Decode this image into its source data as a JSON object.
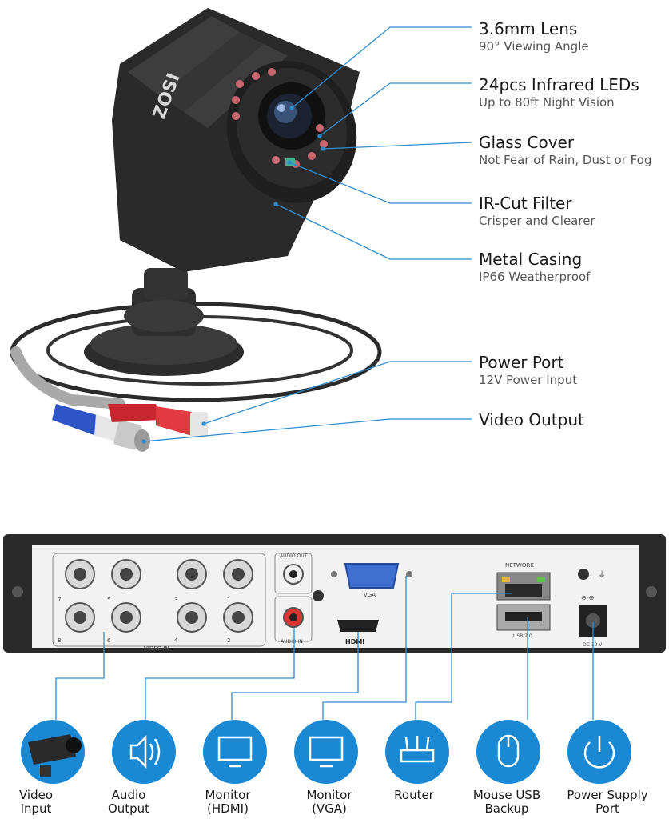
{
  "features": [
    {
      "title": "3.6mm Lens",
      "subtitle": "90° Viewing Angle"
    },
    {
      "title": "24pcs Infrared LEDs",
      "subtitle": "Up to 80ft Night Vision"
    },
    {
      "title": "Glass Cover",
      "subtitle": "Not Fear of Rain, Dust or Fog"
    },
    {
      "title": "IR-Cut Filter",
      "subtitle": "Crisper and Clearer"
    },
    {
      "title": "Metal Casing",
      "subtitle": "IP66 Weatherproof"
    },
    {
      "title": "Power Port",
      "subtitle": "12V Power Input"
    },
    {
      "title": "Video Output",
      "subtitle": ""
    }
  ],
  "camera": {
    "brand": "ZOSI"
  },
  "dvr": {
    "network_label": "NETWORK",
    "usb_label": "USB 2.0",
    "dc_label": "DC 12 V",
    "vga_label": "VGA",
    "hdmi_label": "HDMI",
    "audio_out_label": "AUDIO OUT",
    "audio_in_label": "AUDIO IN",
    "video_in_label": "VIDEO IN",
    "port_numbers_top": [
      "7",
      "5",
      "3",
      "1"
    ],
    "port_numbers_bottom": [
      "8",
      "6",
      "4",
      "2"
    ]
  },
  "connections": [
    {
      "label_line1": "Video",
      "label_line2": "Input",
      "icon": "camera-icon"
    },
    {
      "label_line1": "Audio",
      "label_line2": "Output",
      "icon": "speaker-icon"
    },
    {
      "label_line1": "Monitor",
      "label_line2": "(HDMI)",
      "icon": "monitor-icon"
    },
    {
      "label_line1": "Monitor",
      "label_line2": "(VGA)",
      "icon": "monitor-icon"
    },
    {
      "label_line1": "Router",
      "label_line2": "",
      "icon": "router-icon"
    },
    {
      "label_line1": "Mouse USB",
      "label_line2": "Backup",
      "icon": "mouse-icon"
    },
    {
      "label_line1": "Power Supply",
      "label_line2": "Port",
      "icon": "power-icon"
    }
  ],
  "colors": {
    "accent": "#1b88d4",
    "line": "#2b8ccf",
    "dvr_body": "#2a2a2a",
    "panel": "#f2f2f2"
  }
}
